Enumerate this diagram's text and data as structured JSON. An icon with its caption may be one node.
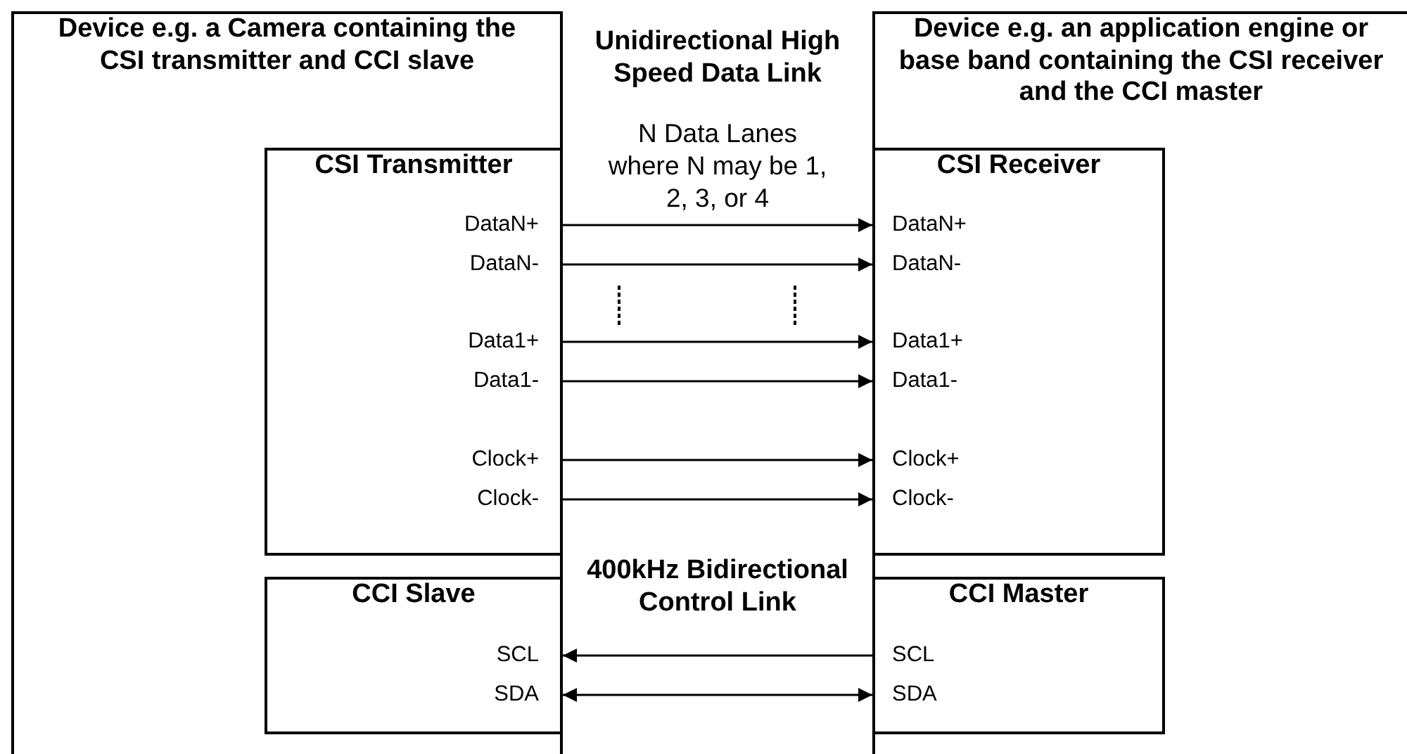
{
  "diagram": {
    "nodes": [
      {
        "text": [
          "Device e.g. a Camera containing the CSI transmitter and CCI slave"
        ]
      },
      {
        "text": [
          "CSI Transmitter"
        ],
        "in": 0
      },
      {
        "text": [
          "DataN+"
        ],
        "in": 1
      },
      {
        "text": [
          "DataN-"
        ],
        "in": 1
      },
      {
        "text": [
          "Data1+"
        ],
        "in": 1
      },
      {
        "text": [
          "Data1-"
        ],
        "in": 1
      },
      {
        "text": [
          "Clock+"
        ],
        "in": 1
      },
      {
        "text": [
          "Clock-"
        ],
        "in": 1
      },
      {
        "text": [
          "CCI Slave"
        ],
        "in": 0
      },
      {
        "text": [
          "SCL"
        ],
        "in": 8
      },
      {
        "text": [
          "SDA"
        ],
        "in": 8
      },
      {
        "text": [
          "Device e.g. an application engine or base band containing the CSI receiver and the CCI master"
        ]
      },
      {
        "text": [
          "CSI Receiver"
        ],
        "in": 11
      },
      {
        "text": [
          "DataN+"
        ],
        "in": 12
      },
      {
        "text": [
          "DataN-"
        ],
        "in": 12
      },
      {
        "text": [
          "Data1+"
        ],
        "in": 12
      },
      {
        "text": [
          "Data1-"
        ],
        "in": 12
      },
      {
        "text": [
          "Clock+"
        ],
        "in": 12
      },
      {
        "text": [
          "Clock-"
        ],
        "in": 12
      },
      {
        "text": [
          "CCI Master"
        ],
        "in": 11
      },
      {
        "text": [
          "SCL"
        ],
        "in": 19
      },
      {
        "text": [
          "SDA"
        ],
        "in": 19
      }
    ],
    "edges": [
      {
        "from": 2,
        "to": 13,
        "arrow": "to"
      },
      {
        "from": 3,
        "to": 14,
        "arrow": "to"
      },
      {
        "from": 4,
        "to": 15,
        "arrow": "to"
      },
      {
        "from": 5,
        "to": 16,
        "arrow": "to"
      },
      {
        "from": 6,
        "to": 17,
        "arrow": "to"
      },
      {
        "from": 7,
        "to": 18,
        "arrow": "to"
      },
      {
        "from": 20,
        "to": 9,
        "arrow": "to"
      },
      {
        "from": 10,
        "to": 21,
        "arrow": "both"
      }
    ],
    "labels": [
      "Unidirectional High Speed Data Link",
      "N Data Lanes where N may be 1, 2, 3, or 4",
      "400kHz Bidirectional Control Link"
    ]
  }
}
